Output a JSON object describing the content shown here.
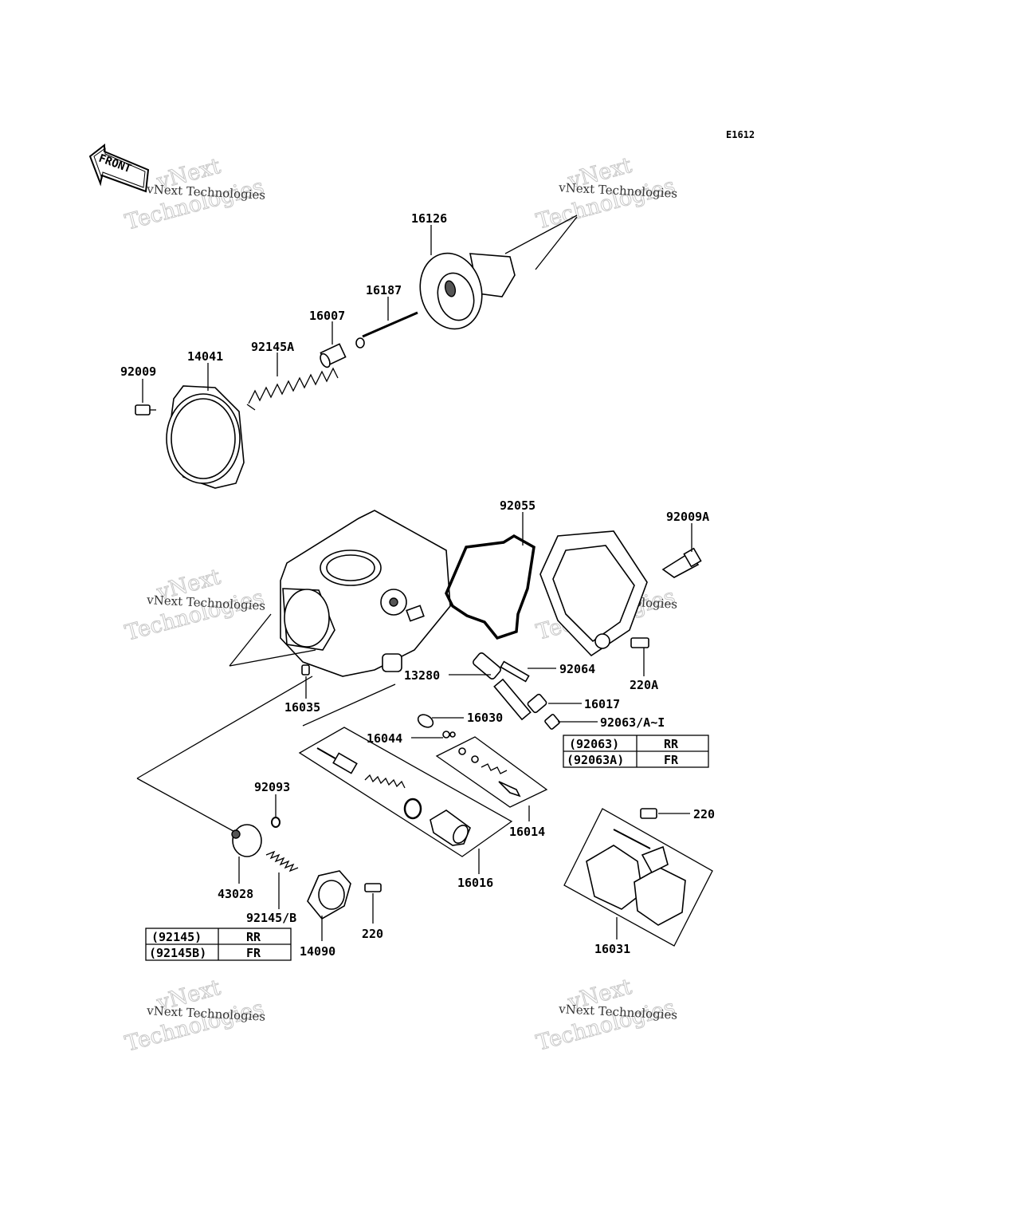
{
  "diagram_code": "E1612",
  "front_label": "FRONT",
  "watermark": {
    "line1": "vNext Technologies",
    "line2": "vNext",
    "line3": "Technologies"
  },
  "labels": {
    "p16126": "16126",
    "p16187": "16187",
    "p16007": "16007",
    "p92145A": "92145A",
    "p14041": "14041",
    "p92009": "92009",
    "p92055": "92055",
    "p92009A": "92009A",
    "p92064": "92064",
    "p13280": "13280",
    "p220A": "220A",
    "p16017": "16017",
    "p16035": "16035",
    "p16030": "16030",
    "p92063": "92063/A~I",
    "p16044": "16044",
    "p92093": "92093",
    "p16014": "16014",
    "p220_right": "220",
    "p43028": "43028",
    "p16016": "16016",
    "p92145B": "92145/B",
    "p220_bottom": "220",
    "p14090": "14090",
    "p16031": "16031"
  },
  "tables": {
    "t92063": {
      "rows": [
        [
          "(92063)",
          "RR"
        ],
        [
          "(92063A)",
          "FR"
        ]
      ]
    },
    "t92145": {
      "rows": [
        [
          "(92145)",
          "RR"
        ],
        [
          "(92145B)",
          "FR"
        ]
      ]
    }
  }
}
